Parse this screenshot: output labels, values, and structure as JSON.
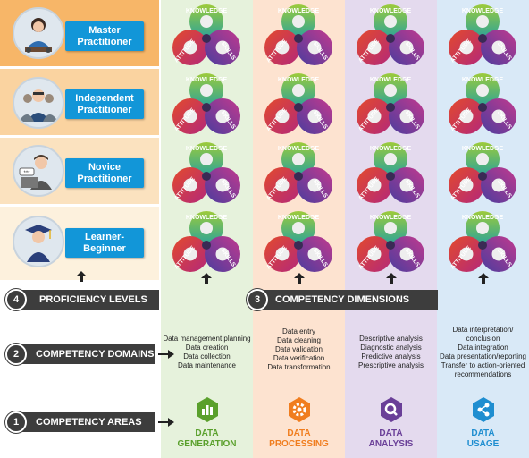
{
  "levels": [
    {
      "label": "Master Practitioner",
      "avatar_icon": "presenter-icon"
    },
    {
      "label": "Independent Practitioner",
      "avatar_icon": "team-icon"
    },
    {
      "label": "Novice Practitioner",
      "avatar_icon": "trainee-icon"
    },
    {
      "label": "Learner-Beginner",
      "avatar_icon": "graduate-icon"
    }
  ],
  "triad_labels": {
    "top": "KNOWLEDGE",
    "left": "ATTITUDE",
    "right": "SKILLS"
  },
  "bars": {
    "proficiency": {
      "number": "4",
      "label": "PROFICIENCY LEVELS"
    },
    "dimensions": {
      "number": "3",
      "label": "COMPETENCY DIMENSIONS"
    },
    "domains": {
      "number": "2",
      "label": "COMPETENCY DOMAINS"
    },
    "areas": {
      "number": "1",
      "label": "COMPETENCY AREAS"
    }
  },
  "areas": [
    {
      "name_line1": "DATA",
      "name_line2": "GENERATION",
      "color": "#5aa02c",
      "bg": "#e6f2dc",
      "icon": "bar-chart-icon",
      "domains": [
        "Data management planning",
        "Data creation",
        "Data collection",
        "Data maintenance"
      ]
    },
    {
      "name_line1": "DATA",
      "name_line2": "PROCESSING",
      "color": "#f07d1e",
      "bg": "#fde3d0",
      "icon": "gear-icon",
      "domains": [
        "Data entry",
        "Data cleaning",
        "Data validation",
        "Data verification",
        "Data transformation"
      ]
    },
    {
      "name_line1": "DATA",
      "name_line2": "ANALYSIS",
      "color": "#6a3f98",
      "bg": "#e4daee",
      "icon": "magnifier-icon",
      "domains": [
        "Descriptive analysis",
        "Diagnostic analysis",
        "Predictive analysis",
        "Prescriptive  analysis"
      ]
    },
    {
      "name_line1": "DATA",
      "name_line2": "USAGE",
      "color": "#1f8ed0",
      "bg": "#d9e9f7",
      "icon": "share-icon",
      "domains": [
        "Data interpretation/",
        "conclusion",
        "Data integration",
        "Data presentation/reporting",
        "Transfer to action-oriented",
        "recommendations"
      ]
    }
  ],
  "colors": {
    "row_dark": "#f7b668",
    "row_mid": "#fad3a0",
    "row_light": "#fbe2bf",
    "row_pale": "#fdf1dd",
    "bar": "#3d3d3d",
    "pill": "#1296d8"
  }
}
